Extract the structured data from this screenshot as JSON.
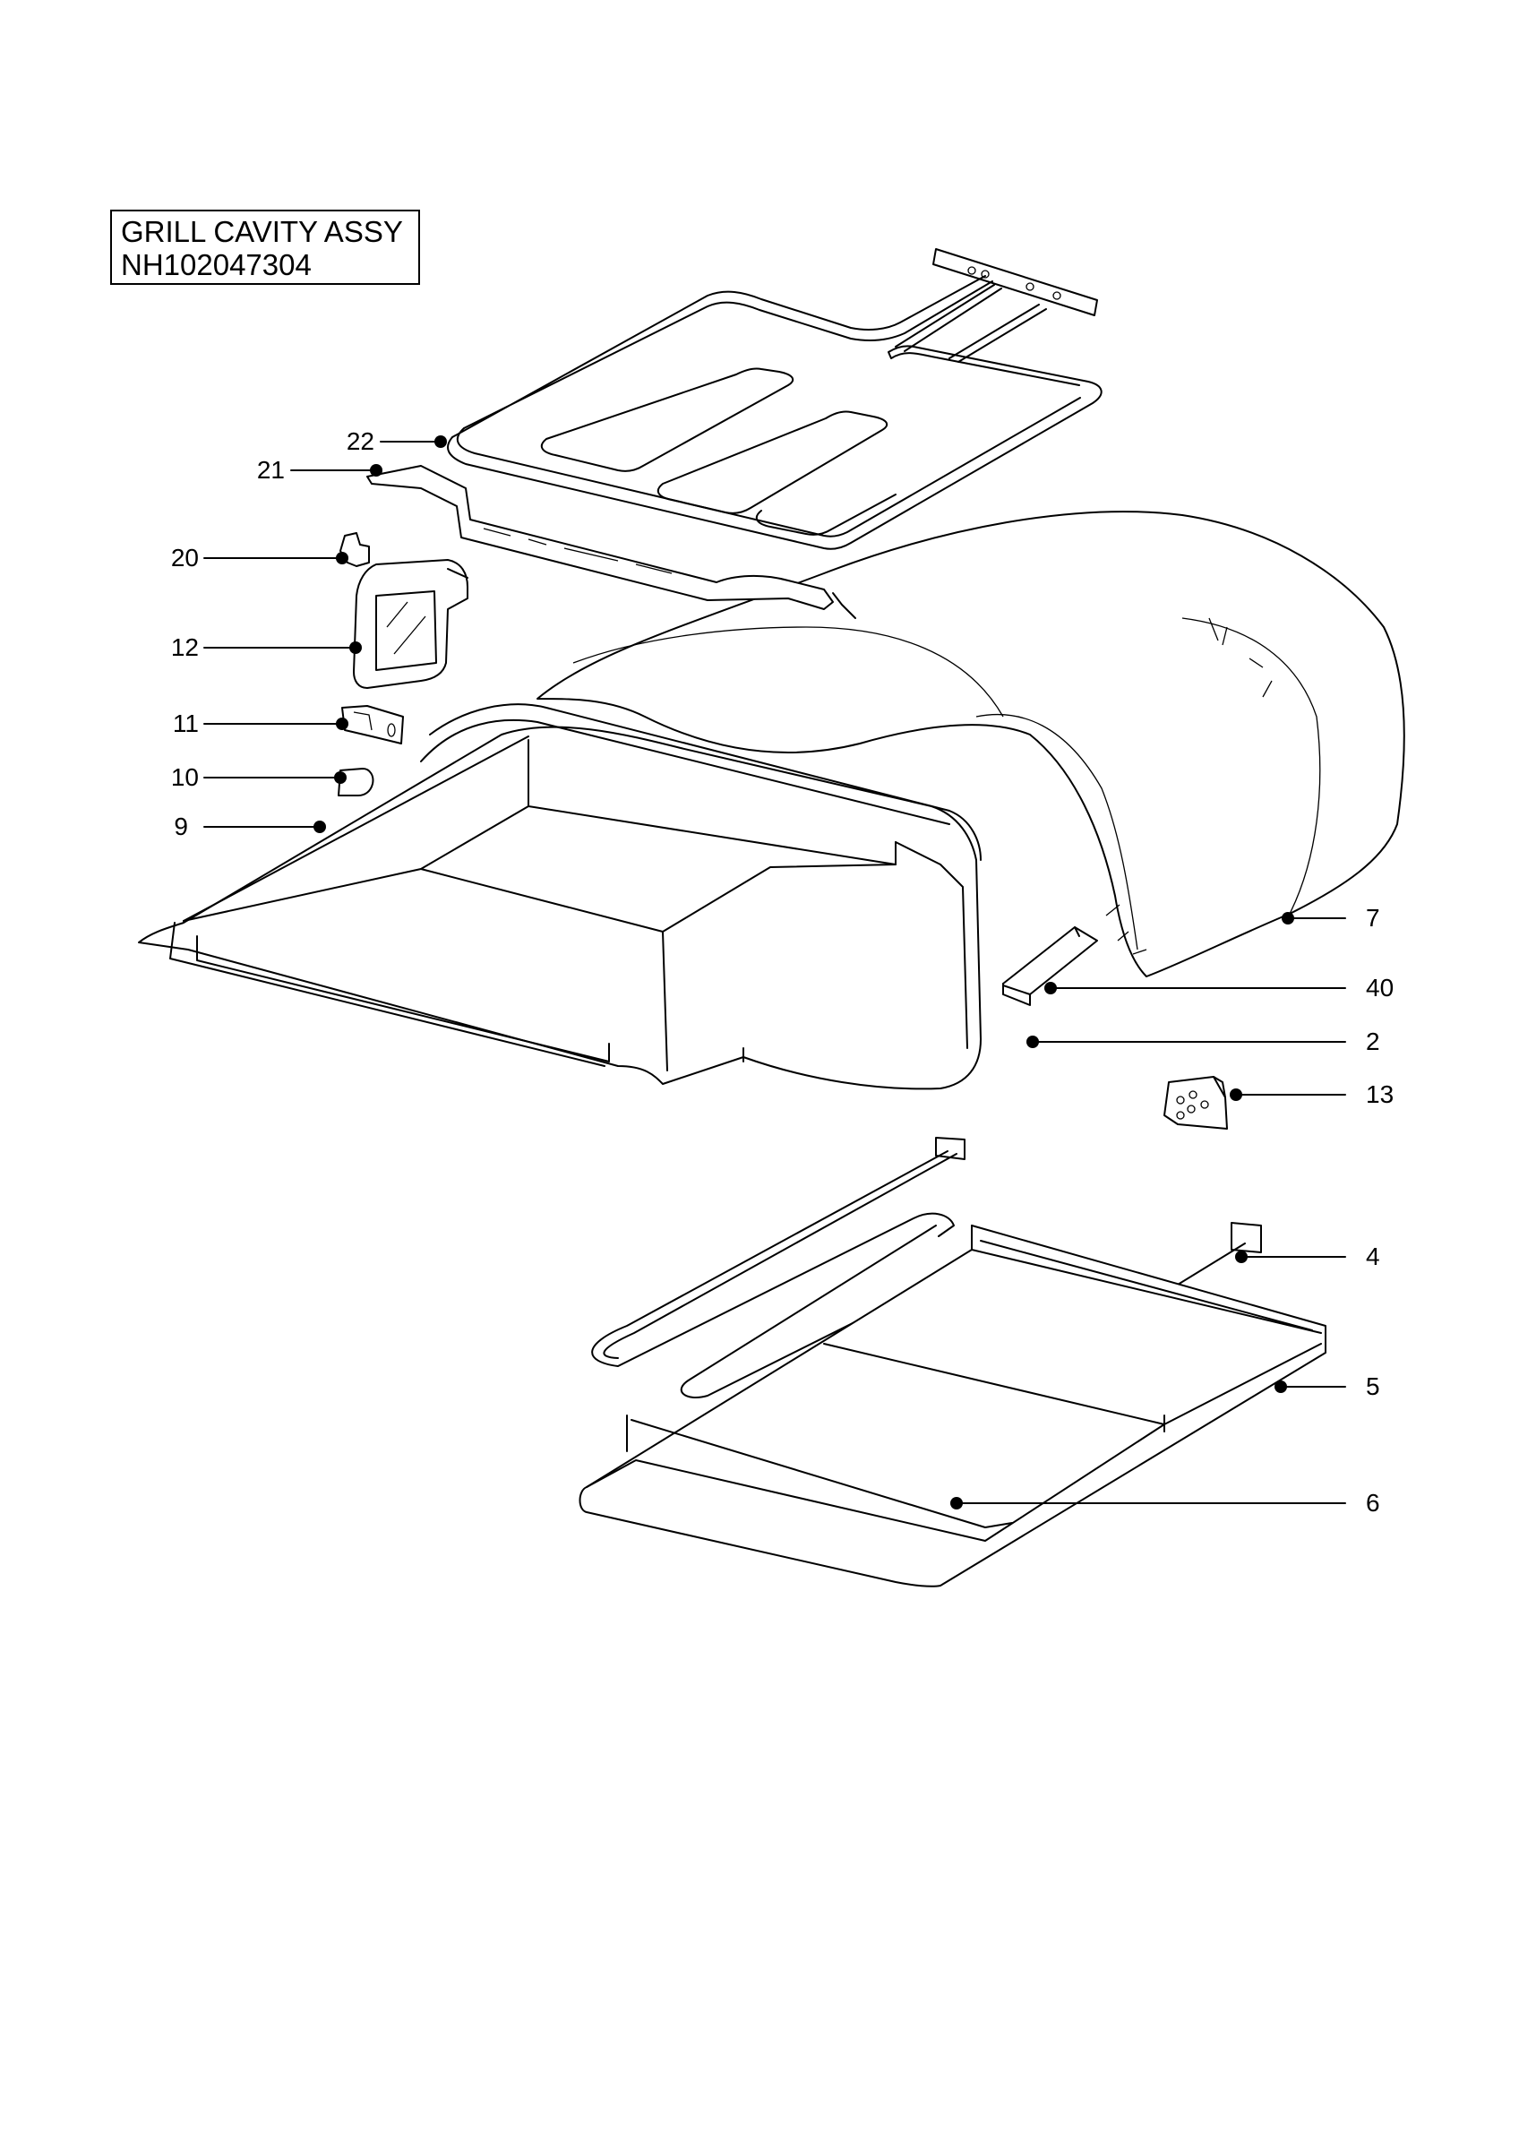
{
  "title": {
    "line1": "GRILL CAVITY ASSY",
    "line2": "NH102047304"
  },
  "callouts": {
    "c22": "22",
    "c21": "21",
    "c20": "20",
    "c12": "12",
    "c11": "11",
    "c10": "10",
    "c9": "9",
    "c7": "7",
    "c40": "40",
    "c2": "2",
    "c13": "13",
    "c4": "4",
    "c5": "5",
    "c6": "6"
  },
  "colors": {
    "line": "#000000",
    "background": "#ffffff"
  }
}
